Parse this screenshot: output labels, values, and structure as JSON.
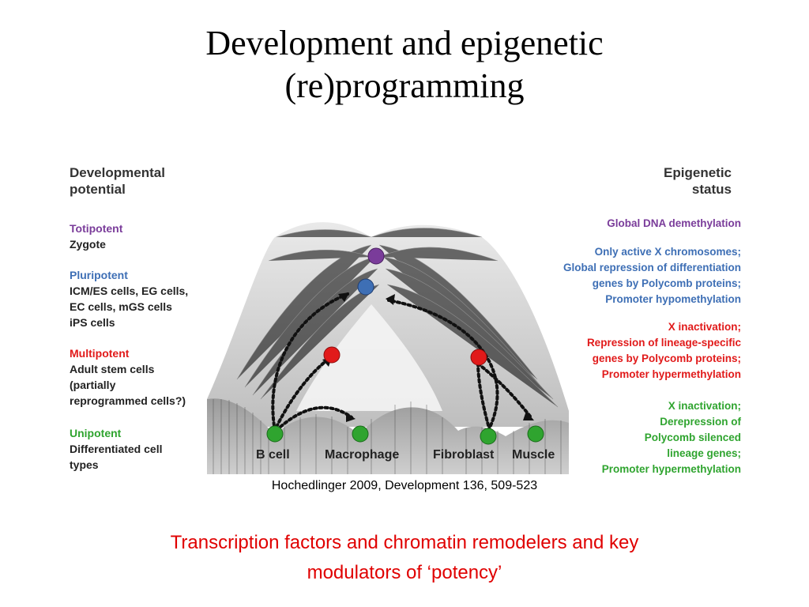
{
  "title": {
    "line1": "Development and epigenetic",
    "line2": "(re)programming"
  },
  "figure": {
    "left_heading": {
      "line1": "Developmental",
      "line2": "potential"
    },
    "right_heading": {
      "line1": "Epigenetic",
      "line2": "status"
    },
    "levels": [
      {
        "name": "Totipotent",
        "cells": [
          "Zygote"
        ]
      },
      {
        "name": "Pluripotent",
        "cells": [
          "ICM/ES cells, EG cells,",
          "EC cells, mGS cells",
          "iPS cells"
        ]
      },
      {
        "name": "Multipotent",
        "cells": [
          "Adult stem cells",
          "(partially",
          "reprogrammed cells?)"
        ]
      },
      {
        "name": "Unipotent",
        "cells": [
          "Differentiated cell",
          "types"
        ]
      }
    ],
    "epigenetic": [
      [
        "Global DNA demethylation"
      ],
      [
        "Only active X chromosomes;",
        "Global repression of differentiation",
        "genes by Polycomb proteins;",
        "Promoter hypomethylation"
      ],
      [
        "X inactivation;",
        "Repression of lineage-specific",
        "genes by Polycomb proteins;",
        "Promoter hypermethylation"
      ],
      [
        "X inactivation;",
        "Derepression of",
        "Polycomb silenced",
        "lineage genes;",
        "Promoter hypermethylation"
      ]
    ],
    "cell_types": [
      "B cell",
      "Macrophage",
      "Fibroblast",
      "Muscle"
    ],
    "colors": {
      "totipotent": "#7a3c9a",
      "pluripotent": "#3e6fb5",
      "multipotent": "#e11a1a",
      "unipotent": "#2fa42f"
    }
  },
  "citation": "Hochedlinger 2009, Development 136, 509-523",
  "caption": {
    "line1": "Transcription factors and chromatin remodelers and key",
    "line2": "modulators of ‘potency’"
  }
}
